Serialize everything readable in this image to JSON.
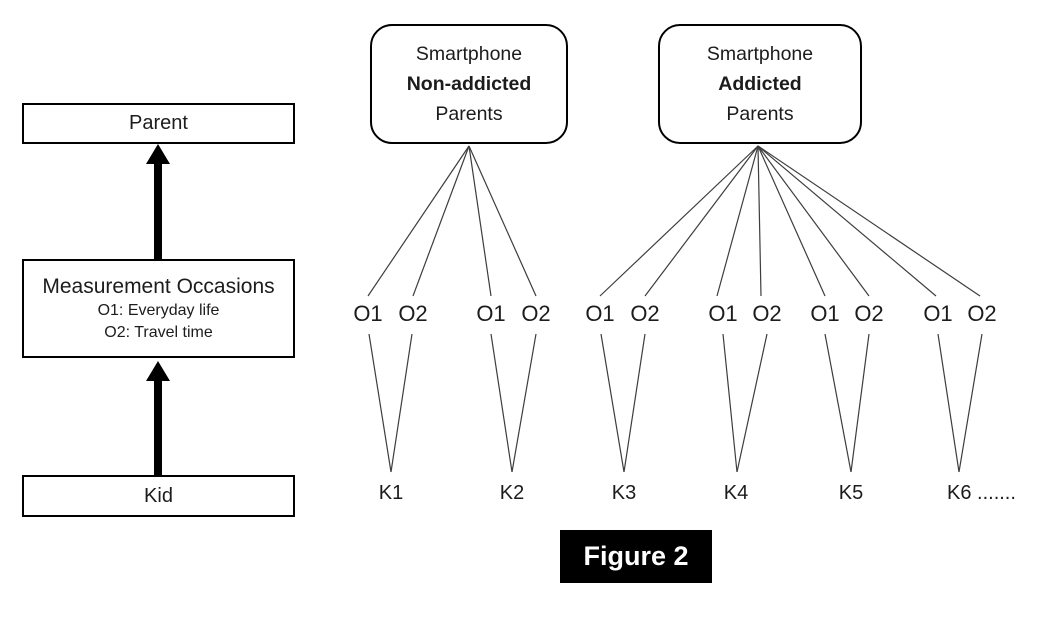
{
  "left_column": {
    "parent_label": "Parent",
    "measurement": {
      "title": "Measurement Occasions",
      "sub1": "O1: Everyday life",
      "sub2": "O2: Travel time"
    },
    "kid_label": "Kid"
  },
  "groups": [
    {
      "lines": [
        "Smartphone",
        "Non-addicted",
        "Parents"
      ]
    },
    {
      "lines": [
        "Smartphone",
        "Addicted",
        "Parents"
      ]
    }
  ],
  "occasion": {
    "o1": "O1",
    "o2": "O2"
  },
  "kids": [
    "K1",
    "K2",
    "K3",
    "K4",
    "K5",
    "K6 ......."
  ],
  "caption": {
    "text": "Figure 2"
  },
  "colors": {
    "ink": "#000000",
    "connector_line": "#3d3d3d",
    "caption_bg": "#000000",
    "caption_fg": "#ffffff",
    "background": "#ffffff"
  }
}
